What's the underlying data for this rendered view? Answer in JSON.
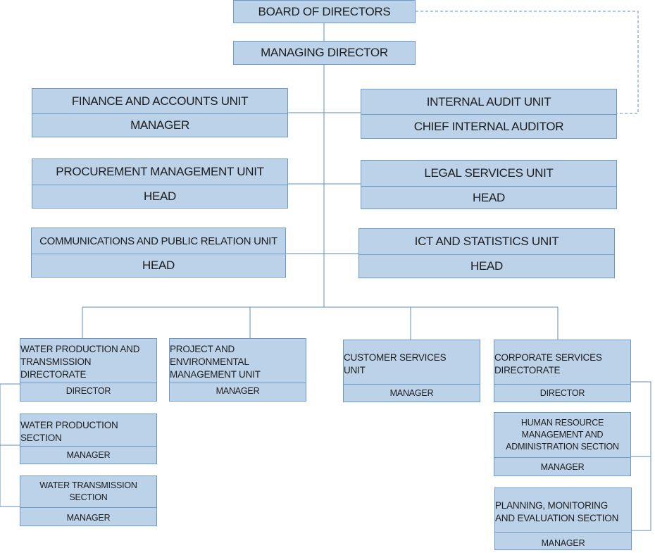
{
  "board": "BOARD OF DIRECTORS",
  "md": "MANAGING DIRECTOR",
  "finance": {
    "title": "FINANCE AND ACCOUNTS UNIT",
    "head": "MANAGER"
  },
  "audit": {
    "title": "INTERNAL AUDIT UNIT",
    "head": "CHIEF INTERNAL AUDITOR"
  },
  "procurement": {
    "title": "PROCUREMENT MANAGEMENT UNIT",
    "head": "HEAD"
  },
  "legal": {
    "title": "LEGAL SERVICES UNIT",
    "head": "HEAD"
  },
  "comms": {
    "title": "COMMUNICATIONS AND PUBLIC RELATION UNIT",
    "head": "HEAD"
  },
  "ict": {
    "title": "ICT AND STATISTICS UNIT",
    "head": "HEAD"
  },
  "water_dir": {
    "title_l1": "WATER PRODUCTION AND",
    "title_l2": "TRANSMISSION",
    "title_l3": "DIRECTORATE",
    "head": "DIRECTOR"
  },
  "project": {
    "title_l1": "PROJECT AND",
    "title_l2": "ENVIRONMENTAL",
    "title_l3": "MANAGEMENT UNIT",
    "head": "MANAGER"
  },
  "customer": {
    "title_l1": "CUSTOMER SERVICES",
    "title_l2": "UNIT",
    "head": "MANAGER"
  },
  "corporate": {
    "title_l1": "CORPORATE SERVICES",
    "title_l2": "DIRECTORATE",
    "head": "DIRECTOR"
  },
  "water_prod": {
    "title_l1": "WATER PRODUCTION",
    "title_l2": "SECTION",
    "head": "MANAGER"
  },
  "water_trans": {
    "title_l1": "WATER TRANSMISSION",
    "title_l2": "SECTION",
    "head": "MANAGER"
  },
  "hr": {
    "title_l1": "HUMAN RESOURCE",
    "title_l2": "MANAGEMENT AND",
    "title_l3": "ADMINISTRATION SECTION",
    "head": "MANAGER"
  },
  "planning": {
    "title_l1": "PLANNING, MONITORING",
    "title_l2": "AND EVALUATION SECTION",
    "head": "MANAGER"
  },
  "colors": {
    "fill": "#bcd2e9",
    "border": "#6c9bc9",
    "line": "#5b8fbf"
  }
}
